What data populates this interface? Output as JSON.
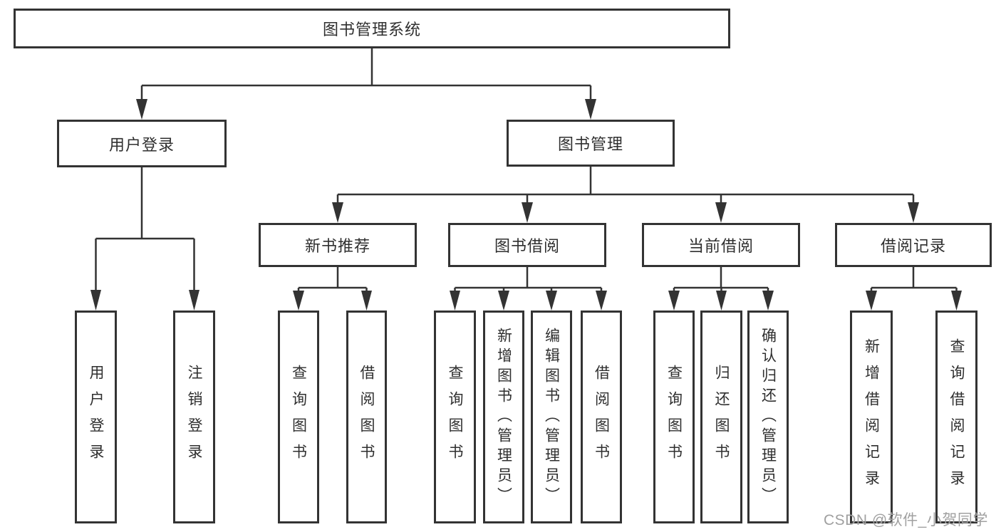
{
  "tree": {
    "root": "图书管理系统",
    "children": [
      {
        "label": "用户登录",
        "children": [
          "用户登录",
          "注销登录"
        ]
      },
      {
        "label": "图书管理",
        "children": [
          {
            "label": "新书推荐",
            "children": [
              "查询图书",
              "借阅图书"
            ]
          },
          {
            "label": "图书借阅",
            "children": [
              "查询图书",
              "新增图书（管理员）",
              "编辑图书（管理员）",
              "借阅图书"
            ]
          },
          {
            "label": "当前借阅",
            "children": [
              "查询图书",
              "归还图书",
              "确认归还（管理员）"
            ]
          },
          {
            "label": "借阅记录",
            "children": [
              "新增借阅记录",
              "查询借阅记录"
            ]
          }
        ]
      }
    ]
  },
  "watermark": "CSDN @软件_小贺同学",
  "colors": {
    "line": "#333333",
    "box_border": "#333333",
    "text": "#2f2f2f",
    "watermark": "#a0a0a0",
    "background": "#ffffff"
  }
}
